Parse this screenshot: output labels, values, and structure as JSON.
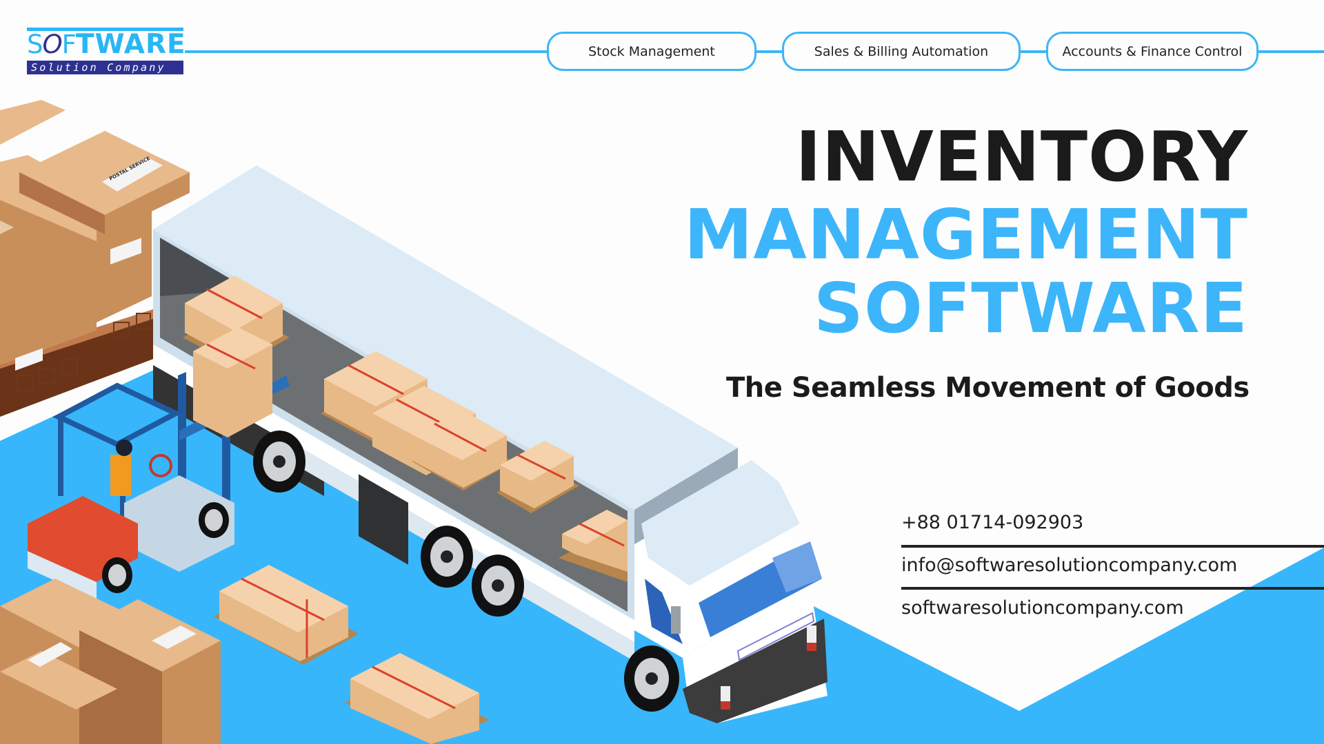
{
  "brand": {
    "logo_word_parts": [
      "S",
      "O",
      "F",
      "T",
      "WARE"
    ],
    "logo_subtitle": "Solution Company",
    "primary_color": "#3db5fb",
    "logo_navy": "#2e3192"
  },
  "nav": {
    "items": [
      {
        "label": "Stock Management"
      },
      {
        "label": "Sales & Billing Automation"
      },
      {
        "label": "Accounts & Finance Control"
      }
    ]
  },
  "hero": {
    "line1": "INVENTORY",
    "line2": "MANAGEMENT",
    "line3": "SOFTWARE",
    "tagline": "The Seamless Movement of Goods"
  },
  "contact": {
    "phone": "+88 01714-092903",
    "email": "info@softwaresolutioncompany.com",
    "website": "softwaresolutioncompany.com"
  },
  "illustration": {
    "labels": {
      "postal_label": "POSTAL SERVICE"
    }
  }
}
